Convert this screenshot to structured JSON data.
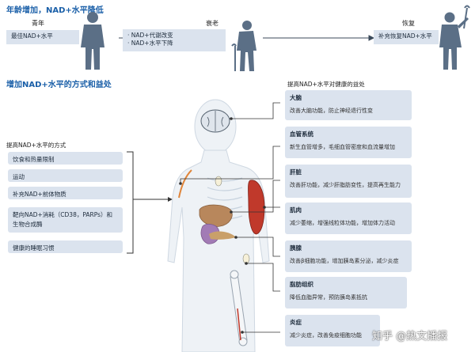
{
  "header": {
    "title": "年龄增加，NAD+水平降低",
    "stages": [
      {
        "label": "青年",
        "box": "最佳NAD+水平"
      },
      {
        "label": "衰老",
        "box_lines": [
          "· NAD+代谢改变",
          "· NAD+水平下降"
        ]
      },
      {
        "label": "恢复",
        "box": "补充恢复NAD+水平"
      }
    ]
  },
  "section2": {
    "title": "增加NAD+水平的方式和益处",
    "ways_title": "提高NAD+水平的方式",
    "ways": [
      "饮食和热量限制",
      "运动",
      "补充NAD+前体物质",
      "靶向NAD+消耗（CD38，PARPs）和生物合成酶",
      "健康的睡眠习惯"
    ],
    "benefits_title": "提高NAD+水平对健康的益处",
    "benefits": [
      {
        "title": "大脑",
        "desc": "改善大脑功能，防止神经退行性变"
      },
      {
        "title": "血管系统",
        "desc": "新生血管增多，毛细血管密度和血流量增加"
      },
      {
        "title": "肝脏",
        "desc": "改善肝功能，减少肝脂肪变性，提高再生能力"
      },
      {
        "title": "肌肉",
        "desc": "减少萎缩，增强线粒体功能，增加体力活动"
      },
      {
        "title": "胰腺",
        "desc": "改善β细胞功能，增加胰岛素分泌，减少炎症"
      },
      {
        "title": "脂肪组织",
        "desc": "降低血脂异常，预防胰岛素抵抗"
      },
      {
        "title": "炎症",
        "desc": "减少炎症，改善免疫细胞功能"
      }
    ]
  },
  "watermark": "知乎 @热文播报",
  "colors": {
    "heading": "#1a5fa8",
    "box": "#dbe3ee",
    "silhouette": "#5b6f86"
  }
}
